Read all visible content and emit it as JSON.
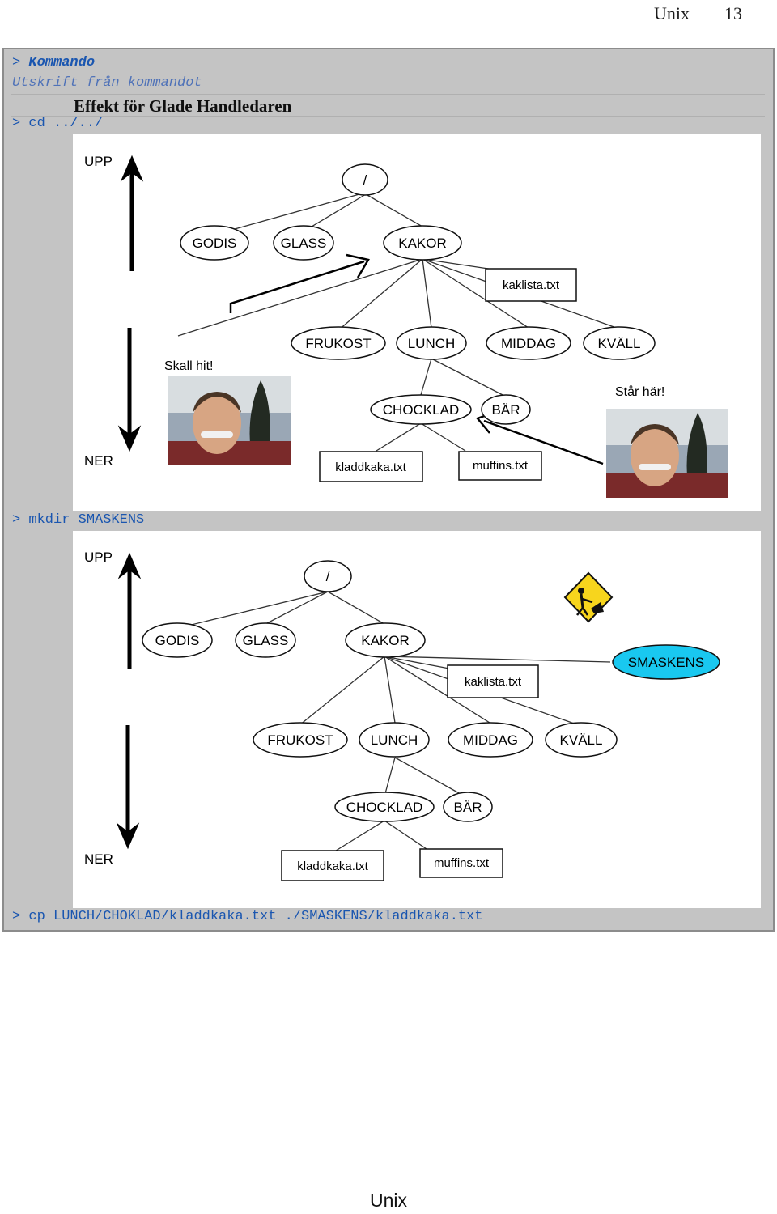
{
  "header": {
    "title": "Unix",
    "page_number": "13"
  },
  "footer": {
    "title": "Unix"
  },
  "table": {
    "command_label": "Kommando",
    "output_label": "Utskrift från kommandot",
    "effect_label": "Effekt för Glade Handledaren",
    "prompt": ">"
  },
  "commands": [
    {
      "text": "cd ../../"
    },
    {
      "text": "mkdir SMASKENS"
    },
    {
      "text": "cp LUNCH/CHOKLAD/kladdkaka.txt ./SMASKENS/kladdkaka.txt"
    }
  ],
  "diagram1": {
    "up_label": "UPP",
    "down_label": "NER",
    "root": "/",
    "dirs": [
      "GODIS",
      "GLASS",
      "KAKOR",
      "FRUKOST",
      "LUNCH",
      "MIDDAG",
      "KVÄLL",
      "CHOCKLAD",
      "BÄR"
    ],
    "files": [
      "kaklista.txt",
      "kladdkaka.txt",
      "muffins.txt"
    ],
    "caption_target": "Skall hit!",
    "caption_current": "Står här!"
  },
  "diagram2": {
    "up_label": "UPP",
    "down_label": "NER",
    "root": "/",
    "dirs": [
      "GODIS",
      "GLASS",
      "KAKOR",
      "SMASKENS",
      "FRUKOST",
      "LUNCH",
      "MIDDAG",
      "KVÄLL",
      "CHOCKLAD",
      "BÄR"
    ],
    "files": [
      "kaklista.txt",
      "kladdkaka.txt",
      "muffins.txt"
    ],
    "new_dir_color": "#19c8f0",
    "sign_icon": "construction-sign-icon"
  }
}
